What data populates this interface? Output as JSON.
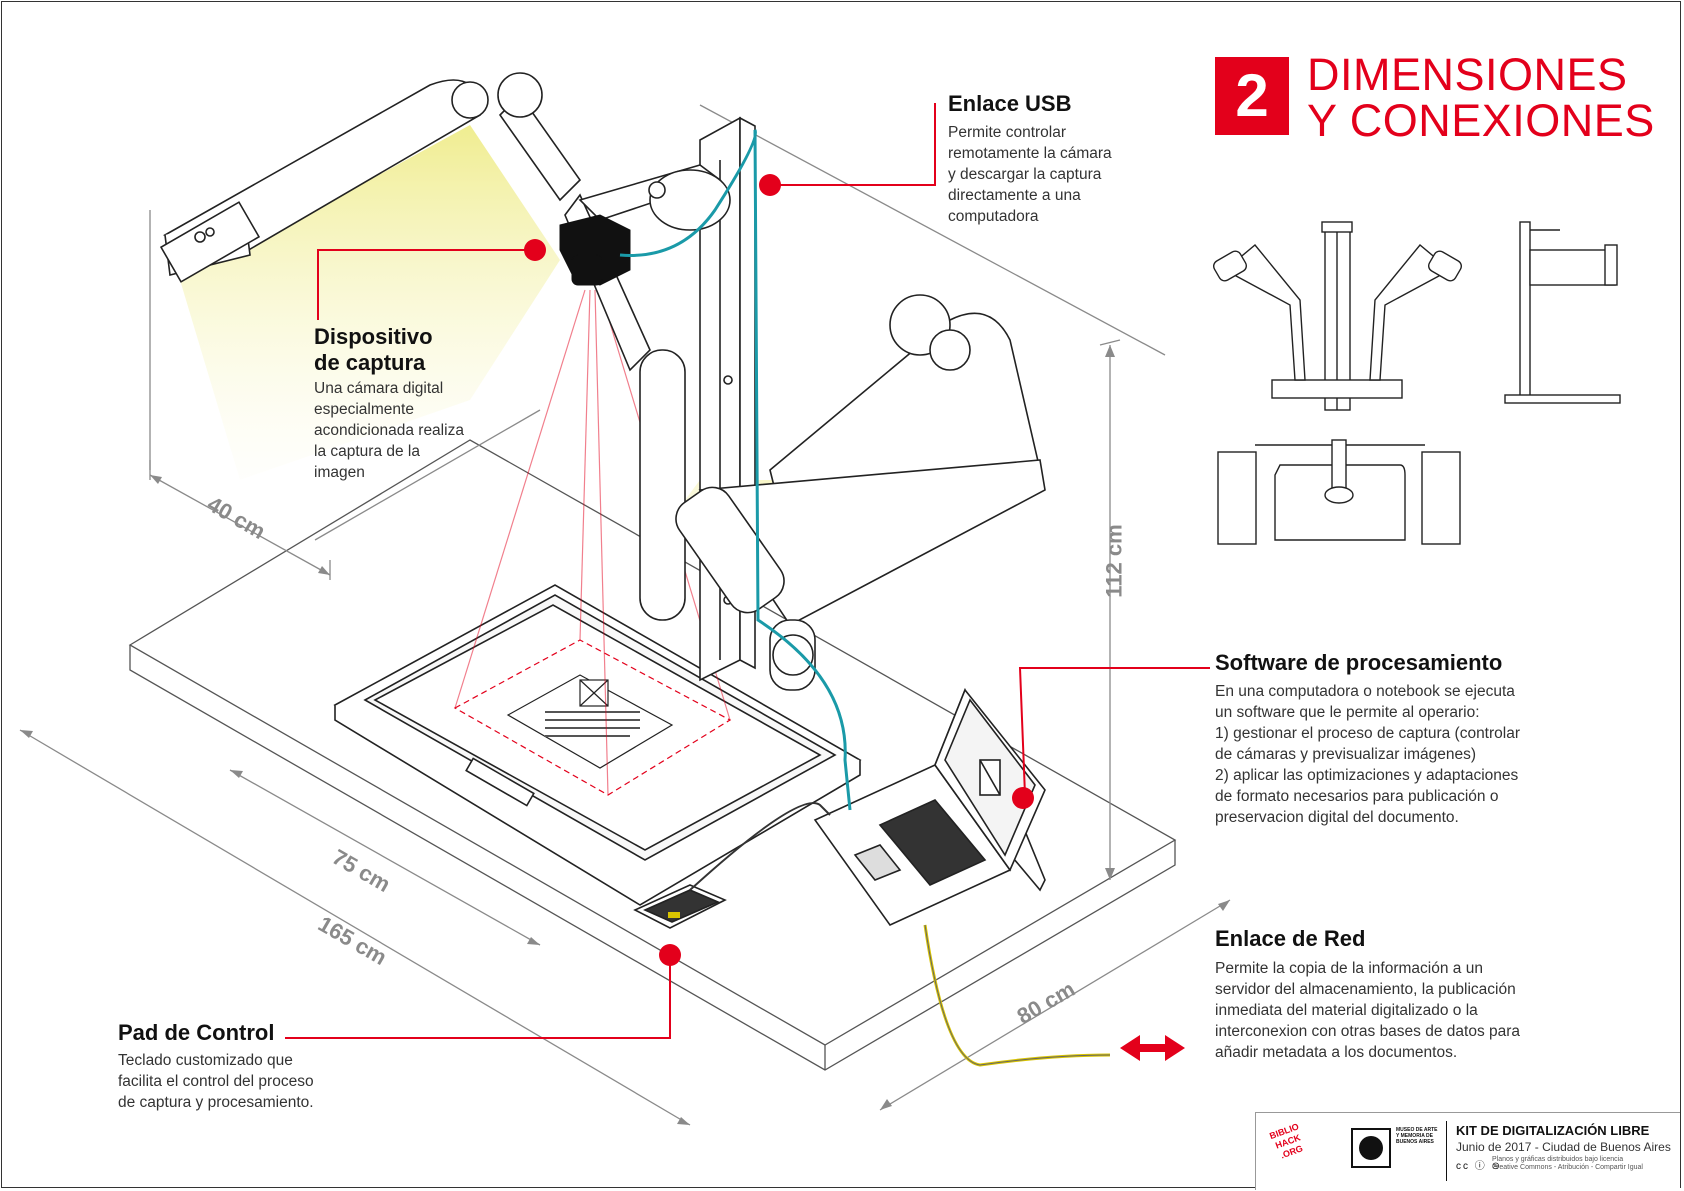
{
  "title": {
    "number": "2",
    "line1": "DIMENSIONES",
    "line2": "Y CONEXIONES"
  },
  "callouts": {
    "usb": {
      "heading": "Enlace USB",
      "lines": [
        "Permite controlar",
        "remotamente la cámara",
        "y descargar la captura",
        "directamente a una",
        "computadora"
      ]
    },
    "capture": {
      "heading1": "Dispositivo",
      "heading2": "de captura",
      "lines": [
        "Una cámara digital",
        "especialmente",
        "acondicionada realiza",
        "la captura de la",
        "imagen"
      ]
    },
    "software": {
      "heading": "Software de procesamiento",
      "lines": [
        "En una computadora o notebook se ejecuta",
        "un software que le permite al operario:",
        "1) gestionar el proceso de captura (controlar",
        "de cámaras y previsualizar imágenes)",
        "2) aplicar las optimizaciones y adaptaciones",
        "de formato necesarios para publicación o",
        "preservacion digital del documento."
      ]
    },
    "network": {
      "heading": "Enlace de Red",
      "lines": [
        "Permite la copia de la información a un",
        "servidor del almacenamiento, la publicación",
        "inmediata del material digitalizado o la",
        "interconexion con otras bases de datos para",
        "añadir metadata a los documentos."
      ]
    },
    "pad": {
      "heading": "Pad de Control",
      "lines": [
        "Teclado customizado que",
        "facilita el control del proceso",
        "de captura y procesamiento."
      ]
    }
  },
  "dimensions": {
    "d40": "40 cm",
    "d75": "75 cm",
    "d165": "165 cm",
    "d80": "80 cm",
    "d112": "112 cm"
  },
  "footer": {
    "logo_biblio": "BIBLIO HACK .ORG",
    "logo_museum": "MUSEO DE ARTE Y MEMORIA DE BUENOS AIRES",
    "kit_title": "KIT DE DIGITALIZACIÓN LIBRE",
    "date": "Junio de 2017 - Ciudad de Buenos Aires",
    "cc_icons": "cc ⓘ ⊜",
    "license_line1": "Planos y gráficas distribuidos bajo licencia",
    "license_line2": "Creative Commons - Atribución - Compartir Igual"
  },
  "colors": {
    "accent": "#e3001b",
    "usb_cable": "#1a9aa8",
    "network_cable": "#d9c400",
    "light": "#f2f0a0",
    "dimension": "#8a8a8a"
  }
}
